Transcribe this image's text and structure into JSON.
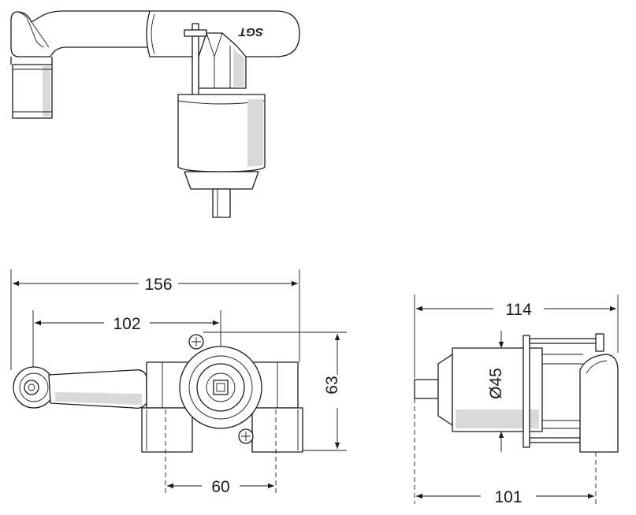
{
  "drawing": {
    "marking": "SGT",
    "dimensions": {
      "overall_width": "156",
      "outlet_to_center": "102",
      "height": "63",
      "inlet_spacing": "60",
      "side_depth": "114",
      "body_diameter": "Ø45",
      "side_depth_inner": "101"
    }
  }
}
